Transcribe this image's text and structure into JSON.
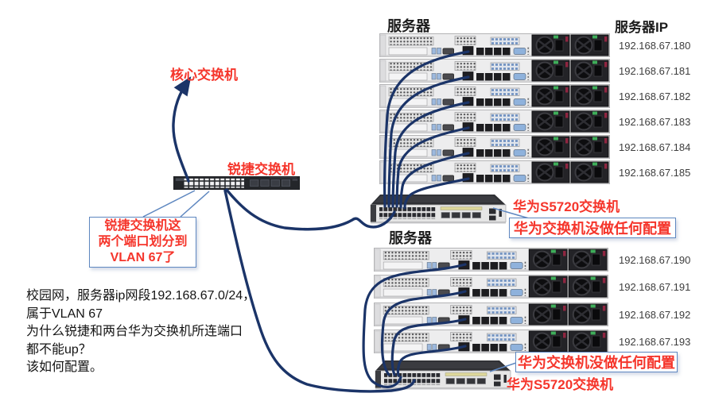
{
  "colors": {
    "cable": "#1b3468",
    "red": "#f5352b",
    "blue": "#5e87c0"
  },
  "icons": {
    "server": "rack-server-rear-icon",
    "ruijie_switch": "ruijie-24port-switch-icon",
    "huawei_switch": "huawei-s5720-switch-icon",
    "arrow": "up-arrowhead-icon"
  },
  "core_switch_label": "核心交换机",
  "ruijie": {
    "label": "锐捷交换机",
    "callout": "锐捷交换机这\n两个端口划分到\nVLAN 67了"
  },
  "question": "校园网，服务器ip网段192.168.67.0/24，\n属于VLAN 67\n为什么锐捷和两台华为交换机所连端口\n都不能up？\n该如何配置。",
  "top_group": {
    "label": "服务器",
    "ip_header": "服务器IP",
    "ips": [
      "192.168.67.180",
      "192.168.67.181",
      "192.168.67.182",
      "192.168.67.183",
      "192.168.67.184",
      "192.168.67.185"
    ]
  },
  "bottom_group": {
    "label": "服务器",
    "ips": [
      "192.168.67.190",
      "192.168.67.191",
      "192.168.67.192",
      "192.168.67.193"
    ]
  },
  "huawei_top": {
    "name": "华为S5720交换机",
    "note": "华为交换机没做任何配置"
  },
  "huawei_bottom": {
    "name": "华为S5720交换机",
    "note": "华为交换机没做任何配置"
  }
}
